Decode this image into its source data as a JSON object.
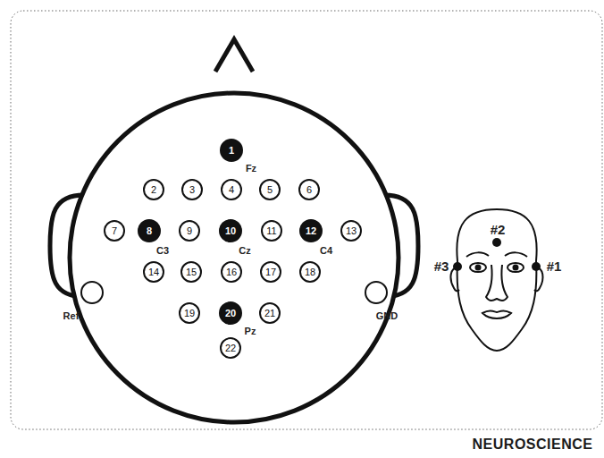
{
  "diagram": {
    "nodes": [
      {
        "text": [
          "1",
          "Fz"
        ]
      },
      {
        "text": [
          "2"
        ]
      },
      {
        "text": [
          "3"
        ]
      },
      {
        "text": [
          "4"
        ]
      },
      {
        "text": [
          "5"
        ]
      },
      {
        "text": [
          "6"
        ]
      },
      {
        "text": [
          "7"
        ]
      },
      {
        "text": [
          "8",
          "C3"
        ]
      },
      {
        "text": [
          "9"
        ]
      },
      {
        "text": [
          "10",
          "Cz"
        ]
      },
      {
        "text": [
          "11"
        ]
      },
      {
        "text": [
          "12",
          "C4"
        ]
      },
      {
        "text": [
          "13"
        ]
      },
      {
        "text": [
          "14"
        ]
      },
      {
        "text": [
          "15"
        ]
      },
      {
        "text": [
          "16"
        ]
      },
      {
        "text": [
          "17"
        ]
      },
      {
        "text": [
          "18"
        ]
      },
      {
        "text": [
          "19"
        ]
      },
      {
        "text": [
          "20",
          "Pz"
        ]
      },
      {
        "text": [
          "21"
        ]
      },
      {
        "text": [
          "22"
        ]
      }
    ],
    "labels": [
      "Ref.",
      "GND",
      "#2",
      "#3",
      "#1",
      "NEUROSCIENCE"
    ]
  }
}
